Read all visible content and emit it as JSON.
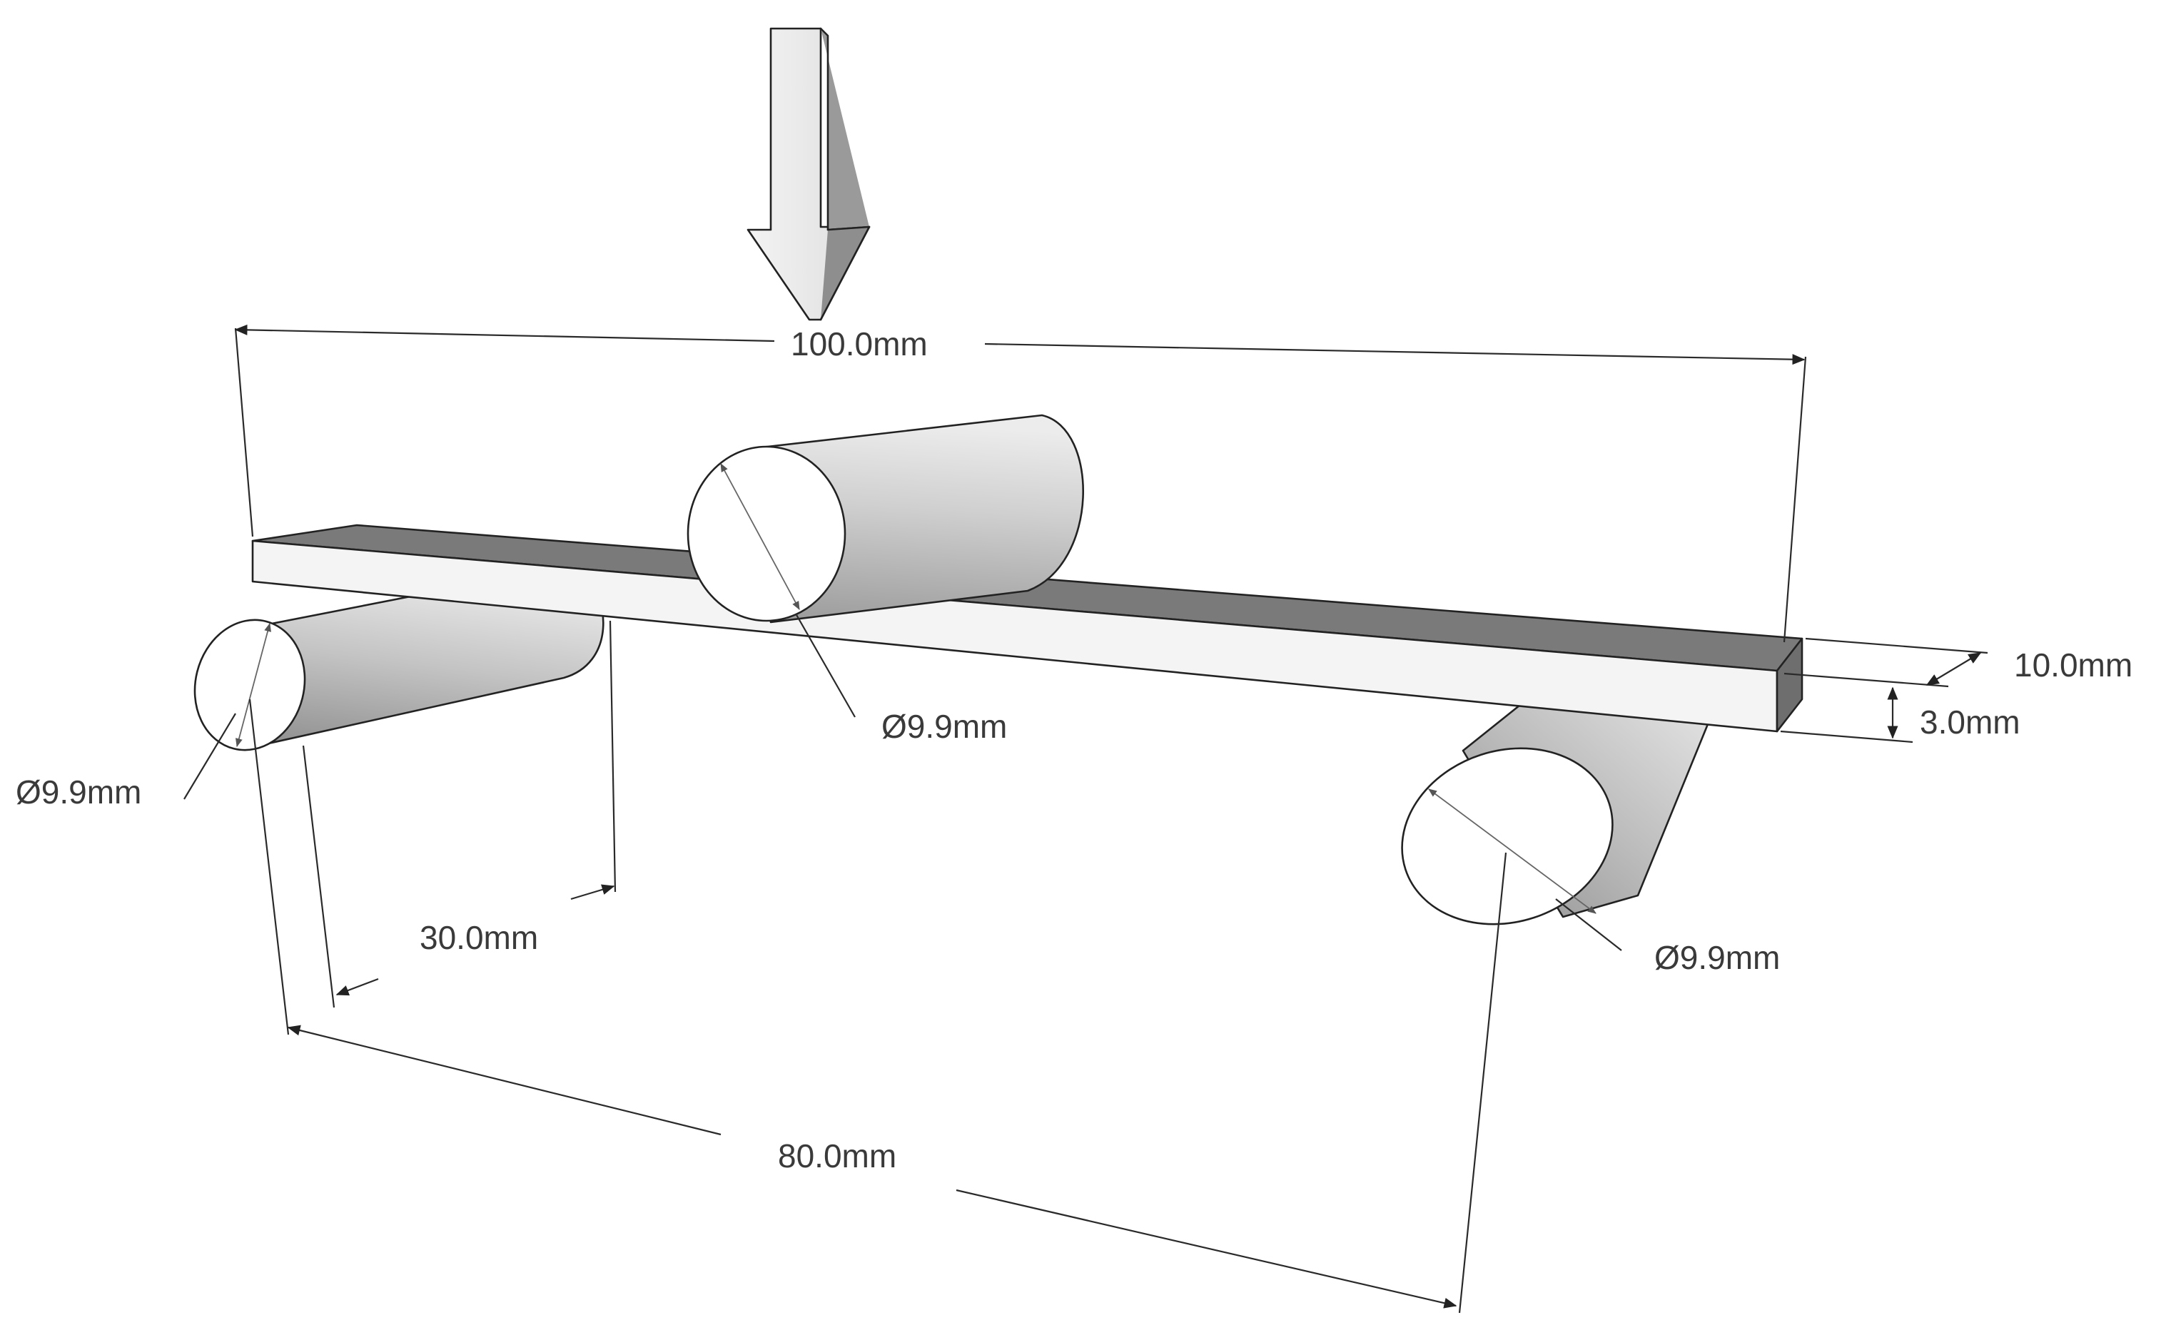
{
  "diagram": {
    "labels": {
      "span_total": "100.0mm",
      "support_span": "80.0mm",
      "roller_length": "30.0mm",
      "bar_width": "10.0mm",
      "bar_thickness": "3.0mm",
      "diameter_left": "Ø9.9mm",
      "diameter_top": "Ø9.9mm",
      "diameter_right": "Ø9.9mm"
    },
    "colors": {
      "background": "#ffffff",
      "cylinder_light": "#e6e6e6",
      "cylinder_dark": "#9a9a9a",
      "bar_face": "#f2f2f2",
      "bar_top": "#7a7a7a",
      "line": "#222222"
    }
  }
}
